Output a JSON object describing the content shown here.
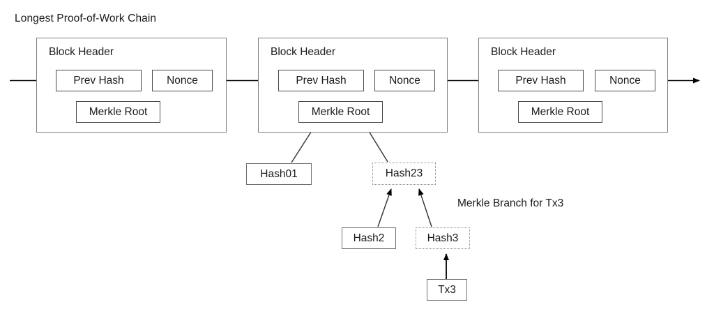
{
  "diagram": {
    "title": "Longest Proof-of-Work Chain",
    "branch_label": "Merkle Branch for Tx3",
    "colors": {
      "background": "#ffffff",
      "text": "#1a1a1a",
      "block_border": "#7d7d7d",
      "field_border": "#4a4a4a",
      "solid_hash_border": "#6e6e6e",
      "dotted_hash_border": "#8d8d8d",
      "arrow": "#000000"
    }
  },
  "blocks": [
    {
      "id": "block-1",
      "header_label": "Block Header",
      "fields": {
        "prev_hash": "Prev Hash",
        "nonce": "Nonce",
        "merkle_root": "Merkle Root"
      }
    },
    {
      "id": "block-2",
      "header_label": "Block Header",
      "fields": {
        "prev_hash": "Prev Hash",
        "nonce": "Nonce",
        "merkle_root": "Merkle Root"
      }
    },
    {
      "id": "block-3",
      "header_label": "Block Header",
      "fields": {
        "prev_hash": "Prev Hash",
        "nonce": "Nonce",
        "merkle_root": "Merkle Root"
      }
    }
  ],
  "merkle_nodes": [
    {
      "id": "hash01",
      "label": "Hash01",
      "border": "solid"
    },
    {
      "id": "hash23",
      "label": "Hash23",
      "border": "dotted"
    },
    {
      "id": "hash2",
      "label": "Hash2",
      "border": "solid"
    },
    {
      "id": "hash3",
      "label": "Hash3",
      "border": "dotted"
    },
    {
      "id": "tx3",
      "label": "Tx3",
      "border": "solid"
    }
  ],
  "connectors": [
    {
      "id": "chain-in",
      "from": "left-edge",
      "to": "block-1-prev-hash"
    },
    {
      "id": "chain-1-to-2",
      "from": "block-1",
      "to": "block-2-prev-hash"
    },
    {
      "id": "chain-2-to-3",
      "from": "block-2",
      "to": "block-3-prev-hash"
    },
    {
      "id": "chain-out",
      "from": "block-3",
      "to": "right-edge"
    },
    {
      "id": "hash01-to-root",
      "from": "hash01",
      "to": "block-2-merkle-root"
    },
    {
      "id": "hash23-to-root",
      "from": "hash23",
      "to": "block-2-merkle-root"
    },
    {
      "id": "hash2-to-hash23",
      "from": "hash2",
      "to": "hash23"
    },
    {
      "id": "hash3-to-hash23",
      "from": "hash3",
      "to": "hash23"
    },
    {
      "id": "tx3-to-hash3",
      "from": "tx3",
      "to": "hash3"
    }
  ]
}
